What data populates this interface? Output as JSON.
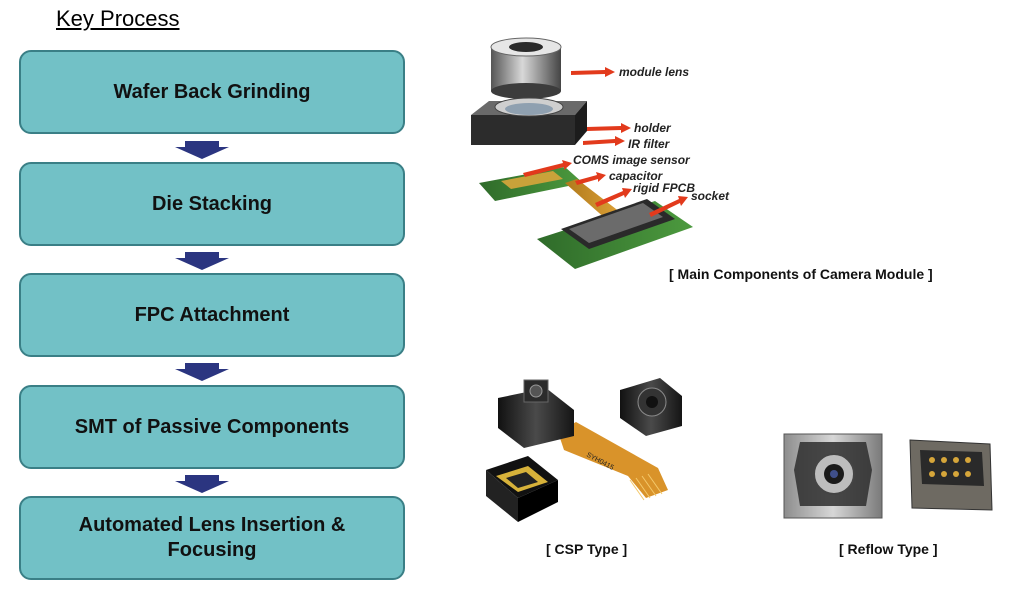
{
  "title": "Key Process",
  "steps": [
    "Wafer Back Grinding",
    "Die Stacking",
    "FPC Attachment",
    "SMT of Passive Components",
    "Automated Lens Insertion & Focusing"
  ],
  "camera_module": {
    "labels": {
      "module_lens": "module lens",
      "holder": "holder",
      "ir_filter": "IR filter",
      "image_sensor": "COMS image sensor",
      "capacitor": "capacitor",
      "rigid_fpcb": "rigid FPCB",
      "socket": "socket"
    },
    "caption": "[ Main Components of Camera Module ]"
  },
  "csp_caption": "[ CSP Type ]",
  "reflow_caption": "[ Reflow Type ]",
  "csp_flex_print": "SYH0415",
  "colors": {
    "step_fill": "#72c1c6",
    "step_border": "#3a7f86",
    "arrow": "#2b3580",
    "pointer": "#e23a1c"
  }
}
